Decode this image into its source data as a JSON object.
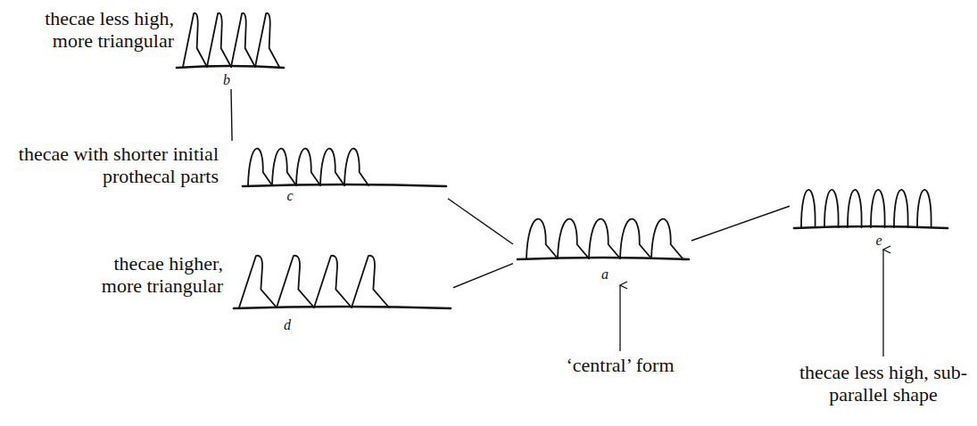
{
  "diagram": {
    "nodes": [
      {
        "text": [
          "a"
        ]
      },
      {
        "text": [
          "b"
        ]
      },
      {
        "text": [
          "c"
        ]
      },
      {
        "text": [
          "d"
        ]
      },
      {
        "text": [
          "e"
        ]
      }
    ],
    "edges": [
      {
        "from": 1,
        "to": 2,
        "arrow": "none"
      },
      {
        "from": 2,
        "to": 0,
        "arrow": "none"
      },
      {
        "from": 3,
        "to": 0,
        "arrow": "none"
      },
      {
        "from": 0,
        "to": 4,
        "arrow": "none"
      }
    ],
    "labels": [
      "thecae less high, more triangular",
      "thecae with shorter initial prothecal parts",
      "thecae higher, more triangular",
      "‘central’ form",
      "thecae less high, sub-parallel shape"
    ]
  }
}
